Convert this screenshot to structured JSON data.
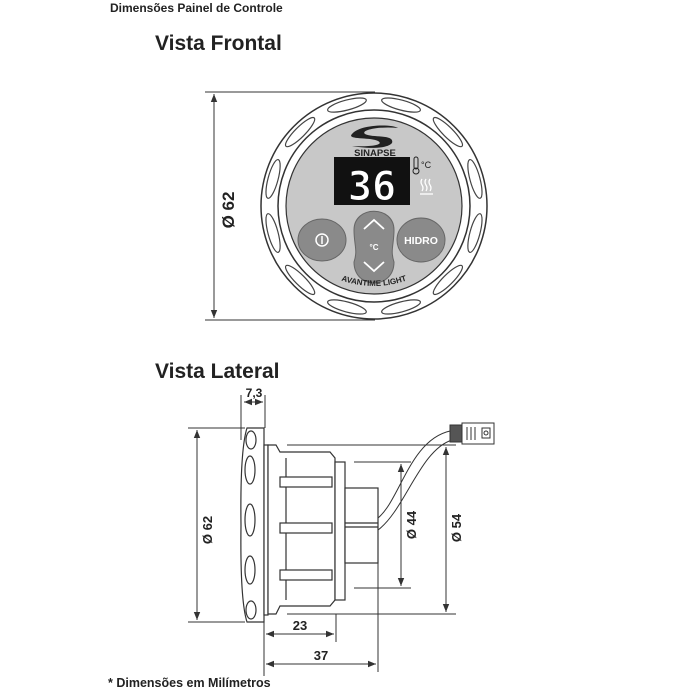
{
  "header": {
    "title": "Dimensões Painel de Controle"
  },
  "front": {
    "title": "Vista Frontal",
    "diameter": "Ø 62",
    "brand": "SINAPSE",
    "display_value": "36",
    "temp_unit": "°C",
    "power_label": "I",
    "temp_button_label": "°C",
    "hidro_label": "HIDRO",
    "model": "AVANTIME LIGHT"
  },
  "lateral": {
    "title": "Vista Lateral",
    "dim_flange": "7,3",
    "dim_outer": "Ø 62",
    "dim_inner": "Ø 44",
    "dim_body": "Ø 54",
    "dim_depth1": "23",
    "dim_depth2": "37"
  },
  "footer": {
    "note": "* Dimensões em Milímetros"
  },
  "colors": {
    "panel": "#c8c8c8",
    "button": "#8a8a8a",
    "display": "#111111",
    "line": "#333333"
  }
}
